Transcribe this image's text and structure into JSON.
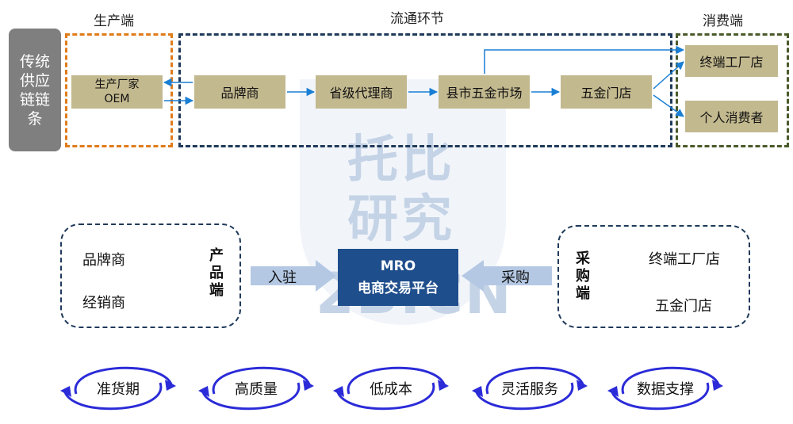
{
  "sections": {
    "production": "生产端",
    "circulation": "流通环节",
    "consumption": "消费端"
  },
  "traditional_chain": "传统供应链链条",
  "top_flow": {
    "manufacturer_line1": "生产厂家",
    "manufacturer_line2": "OEM",
    "brand": "品牌商",
    "provincial_agent": "省级代理商",
    "county_market": "县市五金市场",
    "hardware_store": "五金门店",
    "end_factory": "终端工厂店",
    "individual": "个人消费者"
  },
  "platform": {
    "line1": "MRO",
    "line2": "电商交易平台"
  },
  "product_side": {
    "label": "产品端",
    "items": [
      "品牌商",
      "经销商"
    ],
    "arrow_label": "入驻"
  },
  "purchase_side": {
    "label": "采购端",
    "items": [
      "终端工厂店",
      "五金门店"
    ],
    "arrow_label": "采购"
  },
  "advantages": [
    "准货期",
    "高质量",
    "低成本",
    "灵活服务",
    "数据支撑"
  ],
  "watermark": {
    "line1": "托比",
    "line2": "研究",
    "line3": "2B.CN"
  },
  "colors": {
    "box_fill": "#c3b98f",
    "platform_fill": "#1f4e8c",
    "production_border": "#e07b1a",
    "circulation_border": "#1f3a5a",
    "consumption_border": "#4a5b2a",
    "arrow": "#1a7fd4",
    "cycle": "#2b2bd8"
  }
}
